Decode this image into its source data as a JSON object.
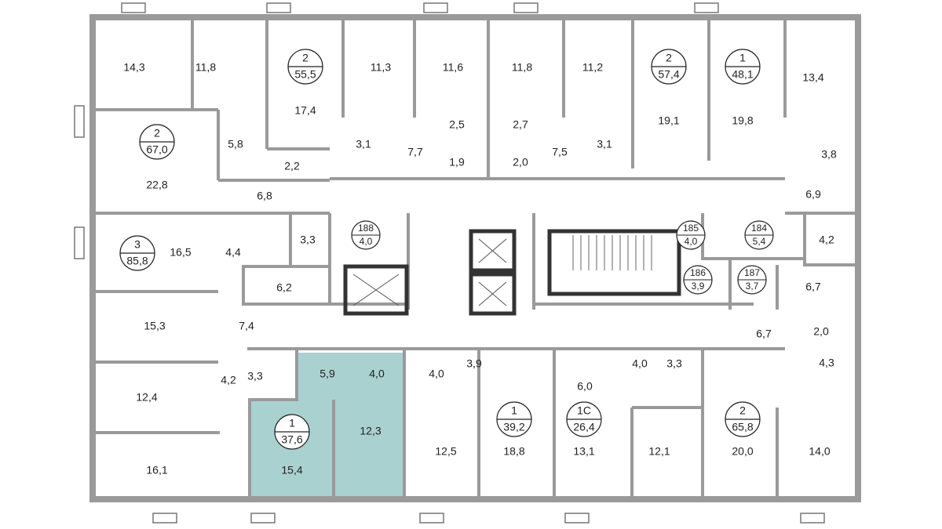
{
  "highlight_color": "#a9d1d0",
  "wall_color": "#9a9a9a",
  "apartments": [
    {
      "rooms": "2",
      "area": "55,5"
    },
    {
      "rooms": "2",
      "area": "57,4"
    },
    {
      "rooms": "1",
      "area": "48,1"
    },
    {
      "rooms": "2",
      "area": "67,0"
    },
    {
      "rooms": "3",
      "area": "85,8"
    },
    {
      "rooms": "1",
      "area": "37,6",
      "highlighted": true
    },
    {
      "rooms": "1",
      "area": "39,2"
    },
    {
      "rooms": "1С",
      "area": "26,4"
    },
    {
      "rooms": "2",
      "area": "65,8"
    }
  ],
  "common_rooms": [
    {
      "number": "188",
      "area": "4,0"
    },
    {
      "number": "185",
      "area": "4,0"
    },
    {
      "number": "184",
      "area": "5,4"
    },
    {
      "number": "186",
      "area": "3,9"
    },
    {
      "number": "187",
      "area": "3,7"
    }
  ],
  "room_areas": [
    "14,3",
    "11,8",
    "17,4",
    "11,3",
    "11,6",
    "11,8",
    "11,2",
    "19,1",
    "19,8",
    "13,4",
    "5,8",
    "2,2",
    "3,1",
    "7,7",
    "2,5",
    "1,9",
    "2,7",
    "2,0",
    "7,5",
    "3,1",
    "3,8",
    "22,8",
    "6,8",
    "6,9",
    "16,5",
    "4,4",
    "3,3",
    "4,2",
    "6,2",
    "6,7",
    "15,3",
    "7,4",
    "6,7",
    "2,0",
    "4,2",
    "3,3",
    "5,9",
    "4,0",
    "4,0",
    "3,9",
    "6,0",
    "4,0",
    "3,3",
    "4,3",
    "12,4",
    "12,3",
    "12,5",
    "18,8",
    "13,1",
    "12,1",
    "20,0",
    "14,0",
    "16,1",
    "15,4"
  ]
}
